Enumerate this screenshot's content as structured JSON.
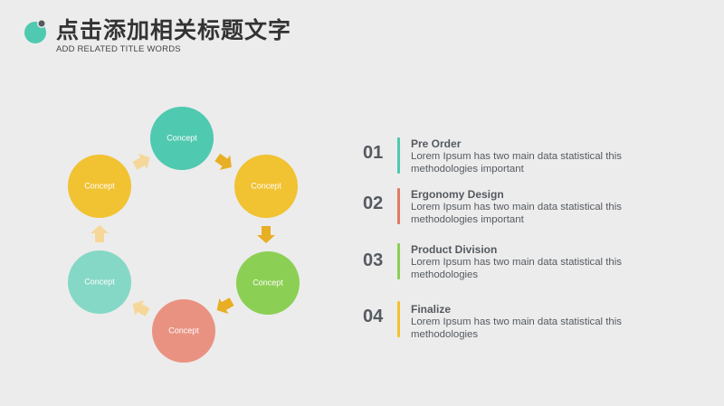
{
  "header": {
    "title": "点击添加相关标题文字",
    "subtitle": "ADD RELATED TITLE WORDS"
  },
  "colors": {
    "teal": "#4fc9b0",
    "yellow": "#f1c232",
    "green": "#8ccf55",
    "salmon": "#ea9281",
    "mint": "#86d8c6",
    "arrow_orange": "#e8ae24",
    "arrow_light": "#f6d79a"
  },
  "cycle": {
    "nodes": [
      {
        "label": "Concept",
        "color": "#4fc9b0"
      },
      {
        "label": "Concept",
        "color": "#f1c232"
      },
      {
        "label": "Concept",
        "color": "#8ccf55"
      },
      {
        "label": "Concept",
        "color": "#ea9281"
      },
      {
        "label": "Concept",
        "color": "#86d8c6"
      },
      {
        "label": "Concept",
        "color": "#f1c232"
      }
    ]
  },
  "list": {
    "items": [
      {
        "number": "01",
        "title": "Pre Order",
        "description": "Lorem Ipsum has two main data statistical this methodologies important",
        "color": "#4fc9b0"
      },
      {
        "number": "02",
        "title": "Ergonomy Design",
        "description": "Lorem Ipsum has two main data statistical this methodologies important",
        "color": "#e07a63"
      },
      {
        "number": "03",
        "title": "Product Division",
        "description": "Lorem Ipsum has two main data statistical this methodologies",
        "color": "#8ccf55"
      },
      {
        "number": "04",
        "title": "Finalize",
        "description": "Lorem Ipsum has two main data statistical this methodologies",
        "color": "#f1c232"
      }
    ]
  }
}
